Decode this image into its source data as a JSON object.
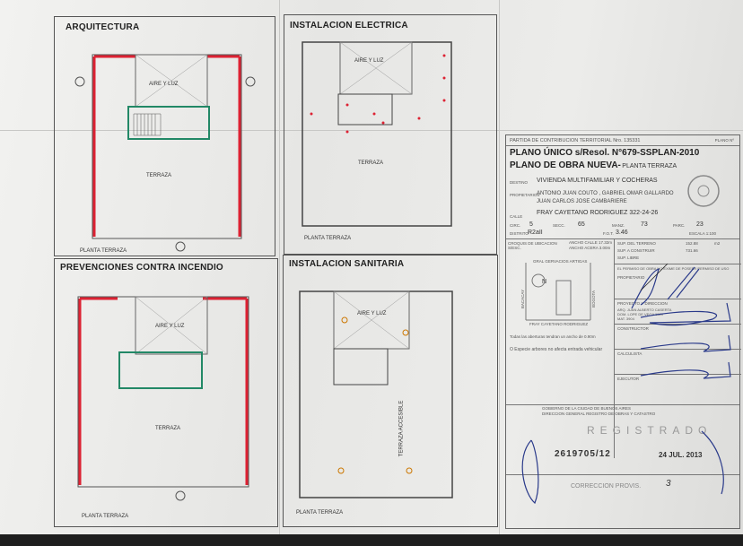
{
  "panels": {
    "arquitectura": {
      "title": "ARQUITECTURA",
      "footer": "PLANTA TERRAZA",
      "room": "TERRAZA",
      "patio": "AIRE Y LUZ"
    },
    "electrica": {
      "title": "INSTALACION ELECTRICA",
      "footer": "PLANTA TERRAZA",
      "room": "TERRAZA",
      "patio": "AIRE Y LUZ"
    },
    "incendio": {
      "title": "PREVENCIONES CONTRA INCENDIO",
      "footer": "PLANTA TERRAZA",
      "room": "TERRAZA",
      "patio": "AIRE Y LUZ"
    },
    "sanitaria": {
      "title": "INSTALACION SANITARIA",
      "footer": "PLANTA TERRAZA",
      "room": "TERRAZA ACCESIBLE",
      "patio": "AIRE Y LUZ"
    }
  },
  "title_block": {
    "partida": "PARTIDA DE CONTRIBUCION TERRITORIAL Nro. 135331",
    "plano_num": "PLANO Nº",
    "plano_unico": "PLANO ÚNICO s/Resol. N°679-SSPLAN-2010",
    "plano_obra": "PLANO DE OBRA NUEVA-",
    "planta": "PLANTA TERRAZA",
    "destino_label": "DESTINO",
    "destino": "VIVIENDA MULTIFAMILIAR Y COCHERAS",
    "propietarios_label": "PROPIETARIOS",
    "propietarios_1": "ANTONIO JUAN COUTO , GABRIEL OMAR GALLARDO",
    "propietarios_2": "JUAN CARLOS JOSE CAMBARIERE",
    "calle_label": "CALLE",
    "calle": "FRAY CAYETANO RODRIGUEZ 322-24-26",
    "circ_label": "CIRC.",
    "circ": "5",
    "secc_label": "SECC.",
    "secc": "65",
    "manz_label": "MANZ.",
    "manz": "73",
    "parc_label": "PARC.",
    "parc": "23",
    "distrito_label": "DISTRITO",
    "distrito": "R2aII",
    "fot_label": "F.O.T.",
    "fot": "3.46",
    "escala": "ESCALA 1:100",
    "croquis": "CROQUIS DE UBICACION S/ESC.",
    "ancho_calle": "ANCHO CALLE 17.32m",
    "ancho_acera": "ANCHO ACERA 3.00m",
    "sup_terreno_label": "SUP. DEL TERRENO",
    "sup_terreno": "152.88",
    "sup_unit": "m2",
    "sup_construir_label": "SUP. A CONSTRUIR",
    "sup_construir": "731.66",
    "sup_libre_label": "SUP. LIBRE",
    "calle_norte": "GRAL GERVACIOS ARTIGAS",
    "calle_oeste": "BACACAY",
    "calle_este": "BOGOTA",
    "calle_sur": "FRAY CAYETANO RODRIGUEZ",
    "norte": "N",
    "nota_1": "Todas las aberturas tendran un ancho de 0.90m",
    "nota_2": "O Especie arbores no afecta entrada vehicular",
    "permiso": "EL PERMISO DE OBRA NO EXIME DE POSEER PERMISO DE USO",
    "propietario_label": "PROPIETARIO",
    "proyecto_label": "PROYECTO Y DIRECCION",
    "constructor_label": "CONSTRUCTOR",
    "calculista_label": "CALCULISTA",
    "ejecutor_label": "EJECUTOR",
    "prof_name": "ARQ. JUAN ALBERTO CASERTA",
    "prof_addr": "DOM. LOPE DE VEGA 1929",
    "prof_mat": "MAT. 3904",
    "gobierno": "GOBIERNO DE LA CIUDAD DE BUENOS AIRES",
    "direccion": "DIRECCION GENERAL REGISTRO DE OBRAS Y CATASTRO",
    "registrado": "REGISTRADO",
    "expediente": "2619705/12",
    "fecha": "24 JUL. 2013",
    "correccion": "CORRECCION PROVIS.",
    "correccion_num": "3"
  }
}
